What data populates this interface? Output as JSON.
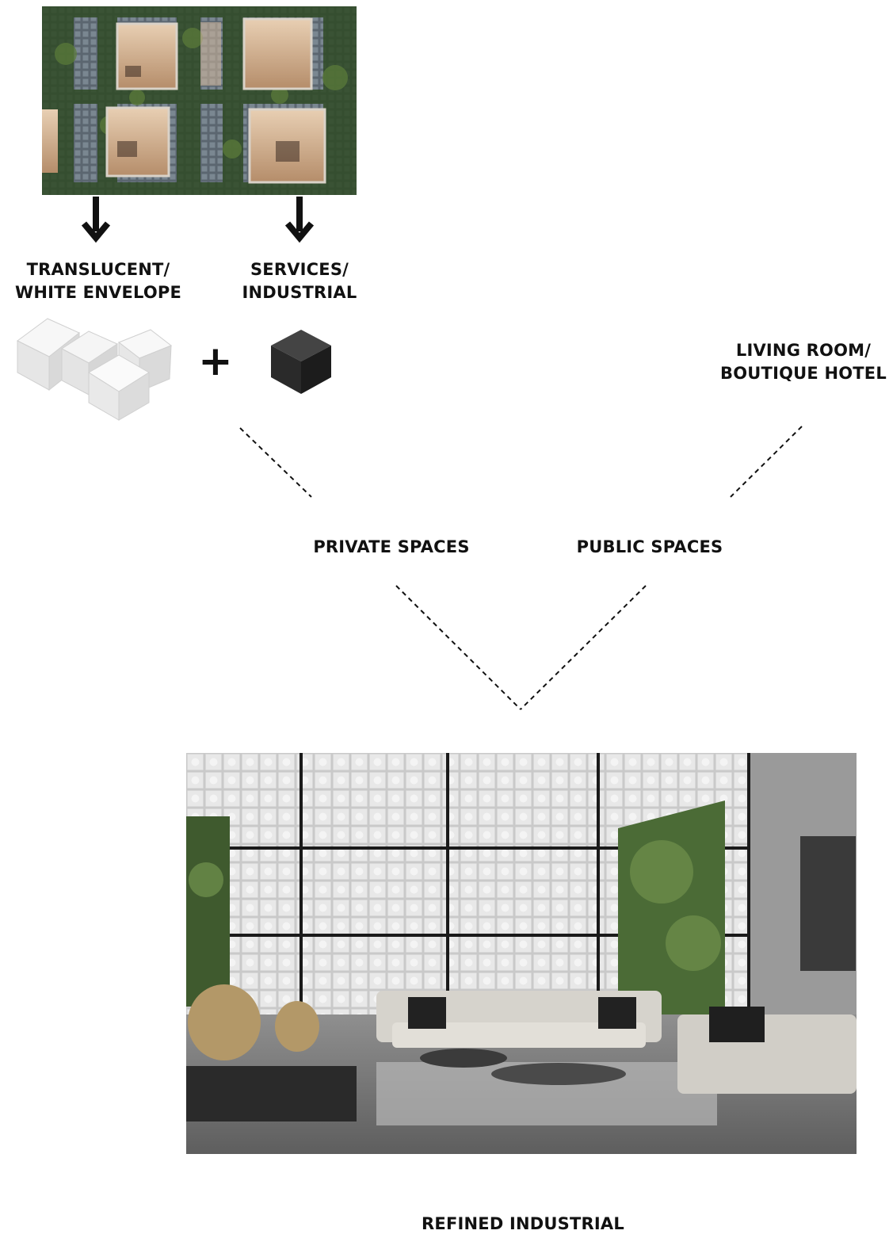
{
  "labels": {
    "envelope": [
      "TRANSLUCENT/",
      "WHITE ENVELOPE"
    ],
    "services": [
      "SERVICES/",
      "INDUSTRIAL"
    ],
    "living_room": [
      "LIVING ROOM/",
      "BOUTIQUE HOTEL"
    ],
    "private_spaces": "PRIVATE SPACES",
    "public_spaces": "PUBLIC SPACES",
    "refined_industrial": "REFINED INDUSTRIAL",
    "plus": "+"
  },
  "colors": {
    "text": "#111111",
    "white_cube": "#ececec",
    "dark_cube": "#2f2f2f",
    "greenery": "#3e5a2e",
    "glass_block": "#e6e6e6",
    "steel_frame": "#1a1a1a"
  },
  "icons": {
    "arrow": "arrow-down-icon",
    "cube_cluster": "white-cube-cluster-icon",
    "dark_cube": "dark-cube-icon"
  }
}
